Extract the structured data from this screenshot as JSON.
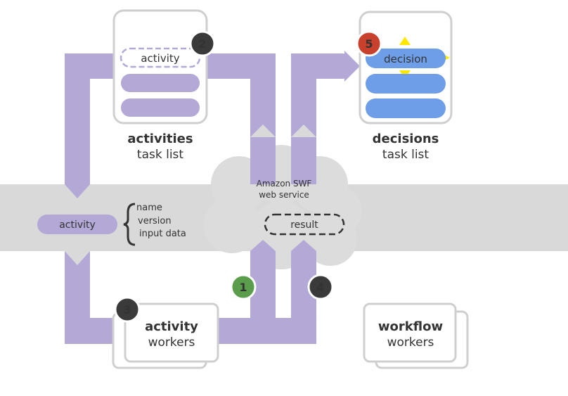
{
  "activities_list": {
    "title": "activities",
    "subtitle": "task list",
    "top_item_label": "activity"
  },
  "decisions_list": {
    "title": "decisions",
    "subtitle": "task list",
    "top_item_label": "decision"
  },
  "swf": {
    "line1": "Amazon SWF",
    "line2": "web service",
    "result_label": "result"
  },
  "activity_pill": {
    "label": "activity",
    "details": [
      "name",
      "version",
      "input data"
    ]
  },
  "activity_workers": {
    "line1": "activity",
    "line2": "workers"
  },
  "workflow_workers": {
    "line1": "workflow",
    "line2": "workers"
  },
  "steps": [
    {
      "number": "1",
      "color": "#5a9e4b"
    },
    {
      "number": "2",
      "color": "#3a3a3a"
    },
    {
      "number": "3",
      "color": "#3a3a3a"
    },
    {
      "number": "4",
      "color": "#3a3a3a"
    },
    {
      "number": "5",
      "color": "#c9402c"
    }
  ],
  "colors": {
    "flow": "#b3a8d6",
    "band": "#d9d9d9",
    "decision_blue": "#6f9ee8",
    "card_border": "#cfcfcf",
    "highlight": "#ffe800"
  }
}
